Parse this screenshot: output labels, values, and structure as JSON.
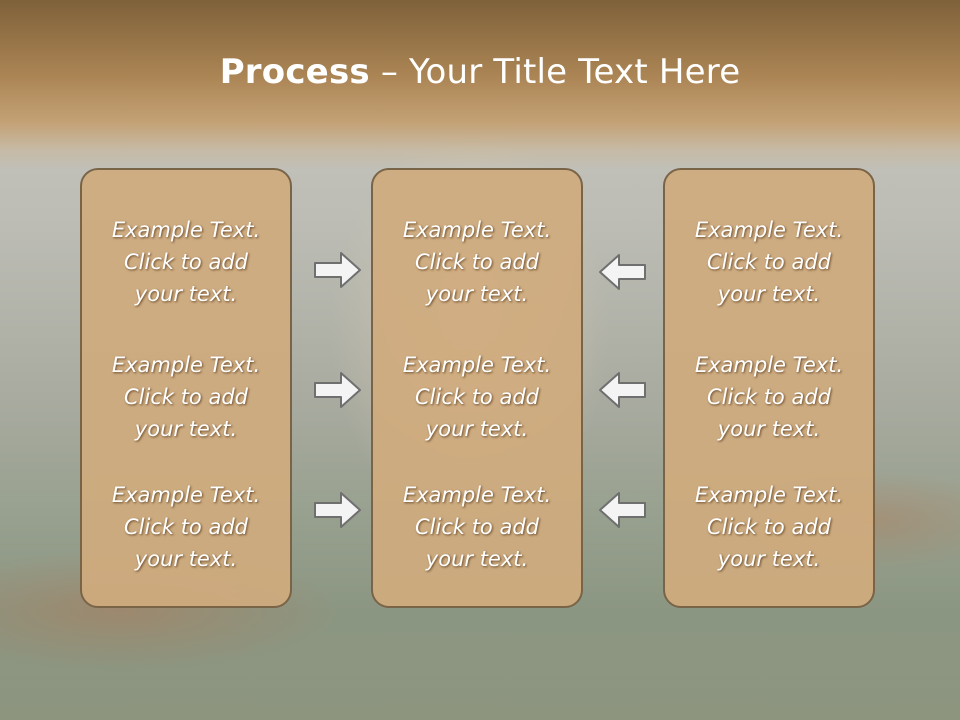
{
  "slide": {
    "title_bold": "Process",
    "title_rest": " – Your Title Text Here"
  },
  "columns": [
    {
      "items": [
        "Example Text.\nClick  to add\nyour text.",
        "Example Text.\nClick  to add\nyour text.",
        "Example Text.\nClick  to add\nyour text."
      ]
    },
    {
      "items": [
        "Example Text.\nClick  to add\nyour text.",
        "Example Text.\nClick  to add\nyour text.",
        "Example Text.\nClick  to add\nyour text."
      ]
    },
    {
      "items": [
        "Example Text.\nClick  to add\nyour text.",
        "Example Text.\nClick  to add\nyour text.",
        "Example Text.\nClick  to add\nyour text."
      ]
    }
  ],
  "arrows": {
    "left_set": "arrow-right-icon",
    "right_set": "arrow-left-icon"
  }
}
